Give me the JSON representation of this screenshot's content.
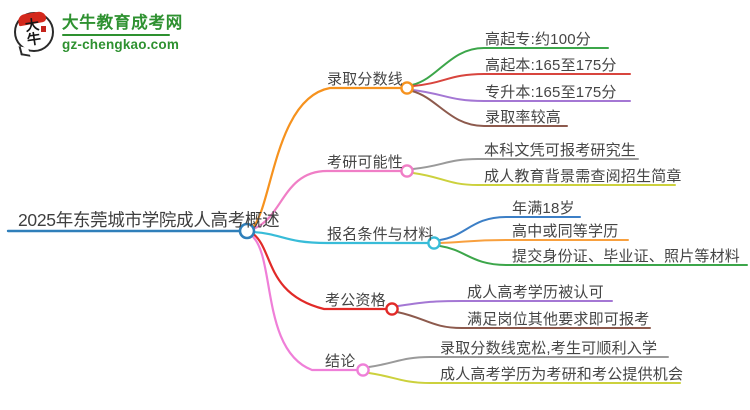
{
  "logo": {
    "badge_text": "大牛",
    "site_name": "大牛教育成考网",
    "site_url": "gz-chengkao.com"
  },
  "colors": {
    "root": "#2f7fba",
    "branch_admission": "#f6921e",
    "branch_kaoyan": "#f07ec6",
    "branch_baoming": "#38bcd8",
    "branch_kaogong": "#e12a28",
    "branch_jielun": "#ef7fd8",
    "green": "#3ca64a",
    "red": "#d8453e",
    "purple": "#a477d4",
    "brown": "#8d5a4d",
    "gray": "#9a9a9a",
    "yellow_green": "#ccd13d",
    "blue": "#3c7fc6",
    "orange_light": "#f8a03e",
    "logo_green": "#2e9130",
    "logo_red": "#d3281c"
  },
  "mindmap": {
    "root": "2025年东莞城市学院成人高考概述",
    "branches": [
      {
        "label": "录取分数线",
        "children": [
          "高起专:约100分",
          "高起本:165至175分",
          "专升本:165至175分",
          "录取率较高"
        ]
      },
      {
        "label": "考研可能性",
        "children": [
          "本科文凭可报考研究生",
          "成人教育背景需查阅招生简章"
        ]
      },
      {
        "label": "报名条件与材料",
        "children": [
          "年满18岁",
          "高中或同等学历",
          "提交身份证、毕业证、照片等材料"
        ]
      },
      {
        "label": "考公资格",
        "children": [
          "成人高考学历被认可",
          "满足岗位其他要求即可报考"
        ]
      },
      {
        "label": "结论",
        "children": [
          "录取分数线宽松,考生可顺利入学",
          "成人高考学历为考研和考公提供机会"
        ]
      }
    ]
  }
}
